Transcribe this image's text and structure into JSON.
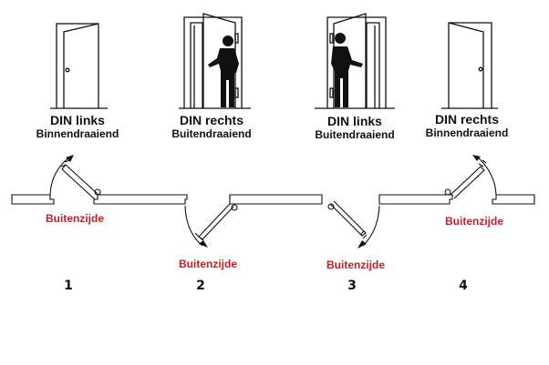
{
  "doors": [
    {
      "id": 1,
      "type_label": "DIN links",
      "opening_label": "Binnendraaiend",
      "illustration": "door-closed-hinge-right",
      "outside_label": "Buitenzijde",
      "number": "1"
    },
    {
      "id": 2,
      "type_label": "DIN rechts",
      "opening_label": "Buitendraaiend",
      "illustration": "door-open-person-hinge-right",
      "outside_label": "Buitenzijde",
      "number": "2"
    },
    {
      "id": 3,
      "type_label": "DIN links",
      "opening_label": "Buitendraaiend",
      "illustration": "door-open-person-hinge-left",
      "outside_label": "Buitenzijde",
      "number": "3"
    },
    {
      "id": 4,
      "type_label": "DIN rechts",
      "opening_label": "Binnendraaiend",
      "illustration": "door-closed-hinge-left",
      "outside_label": "Buitenzijde",
      "number": "4"
    }
  ],
  "colors": {
    "line": "#111111",
    "outside_label": "#c0202a"
  }
}
